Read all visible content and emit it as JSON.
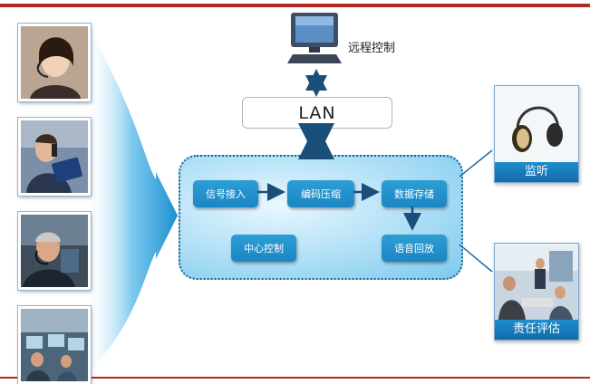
{
  "top_node": {
    "label": "远程控制"
  },
  "network": {
    "label": "LAN"
  },
  "core": {
    "nodes": {
      "signal_input": "信号接入",
      "encode_compress": "编码压缩",
      "data_storage": "数据存储",
      "central_control": "中心控制",
      "voice_playback": "语音回放"
    }
  },
  "outputs": {
    "monitor": "监听",
    "evaluation": "责任评估"
  },
  "colors": {
    "frame_red": "#b22a22",
    "node_blue": "#1a86c3",
    "caption_blue": "#116da9",
    "arrow_navy": "#1a4f7a"
  }
}
